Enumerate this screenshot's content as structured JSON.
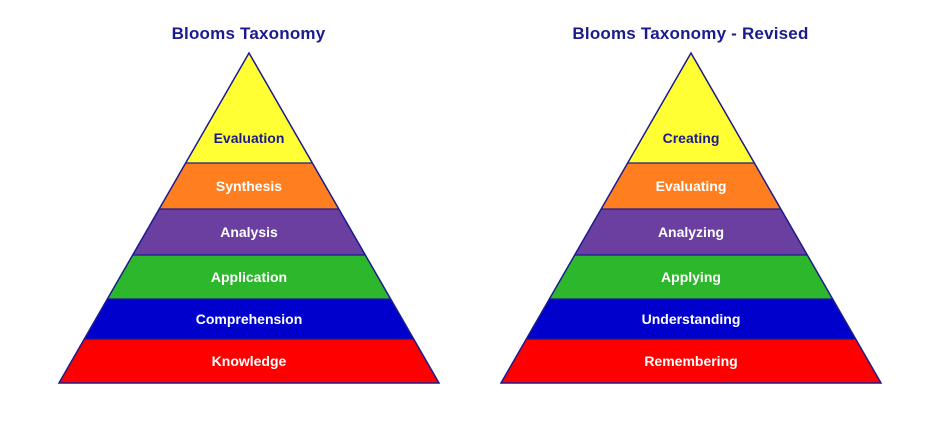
{
  "page": {
    "background": "#FFFFFF"
  },
  "outline_color": "#1B1B8E",
  "title_color": "#1B1B8E",
  "pyramids": [
    {
      "title": "Blooms Taxonomy",
      "levels": [
        {
          "label": "Evaluation",
          "color": "#FFFF33",
          "text_color": "#1B1B8E"
        },
        {
          "label": "Synthesis",
          "color": "#FF7F20",
          "text_color": "#FFFFFF"
        },
        {
          "label": "Analysis",
          "color": "#6A3FA0",
          "text_color": "#FFFFFF"
        },
        {
          "label": "Application",
          "color": "#2CB72C",
          "text_color": "#FFFFFF"
        },
        {
          "label": "Comprehension",
          "color": "#0000CC",
          "text_color": "#FFFFFF"
        },
        {
          "label": "Knowledge",
          "color": "#FF0000",
          "text_color": "#FFFFFF"
        }
      ]
    },
    {
      "title": "Blooms Taxonomy - Revised",
      "levels": [
        {
          "label": "Creating",
          "color": "#FFFF33",
          "text_color": "#1B1B8E"
        },
        {
          "label": "Evaluating",
          "color": "#FF7F20",
          "text_color": "#FFFFFF"
        },
        {
          "label": "Analyzing",
          "color": "#6A3FA0",
          "text_color": "#FFFFFF"
        },
        {
          "label": "Applying",
          "color": "#2CB72C",
          "text_color": "#FFFFFF"
        },
        {
          "label": "Understanding",
          "color": "#0000CC",
          "text_color": "#FFFFFF"
        },
        {
          "label": "Remembering",
          "color": "#FF0000",
          "text_color": "#FFFFFF"
        }
      ]
    }
  ]
}
